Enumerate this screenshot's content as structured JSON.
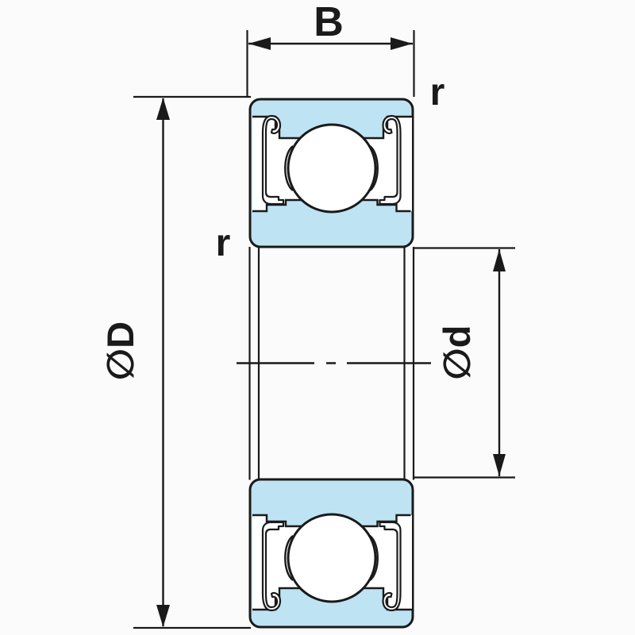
{
  "labels": {
    "width": "B",
    "outer_diameter": "∅D",
    "bore_diameter": "∅d",
    "corner_radius_top": "r",
    "corner_radius_side": "r"
  },
  "colors": {
    "section_fill": "#BEE3F2",
    "line": "#1A1A1A",
    "background": "#FBFBFB"
  }
}
